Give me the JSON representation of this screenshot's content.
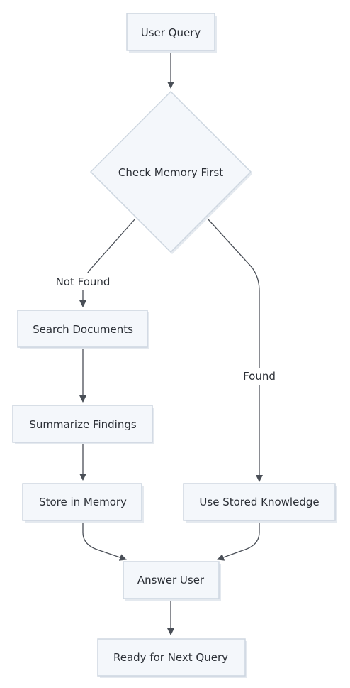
{
  "nodes": {
    "user_query": "User Query",
    "check_memory": "Check Memory First",
    "search_documents": "Search Documents",
    "summarize_findings": "Summarize Findings",
    "store_in_memory": "Store in Memory",
    "use_stored_knowledge": "Use Stored Knowledge",
    "answer_user": "Answer User",
    "ready_next_query": "Ready for Next Query"
  },
  "edge_labels": {
    "not_found": "Not Found",
    "found": "Found"
  },
  "colors": {
    "node_fill": "#f4f7fb",
    "node_border": "#cdd6e0",
    "edge": "#4a4f57",
    "text": "#2b2f36"
  }
}
